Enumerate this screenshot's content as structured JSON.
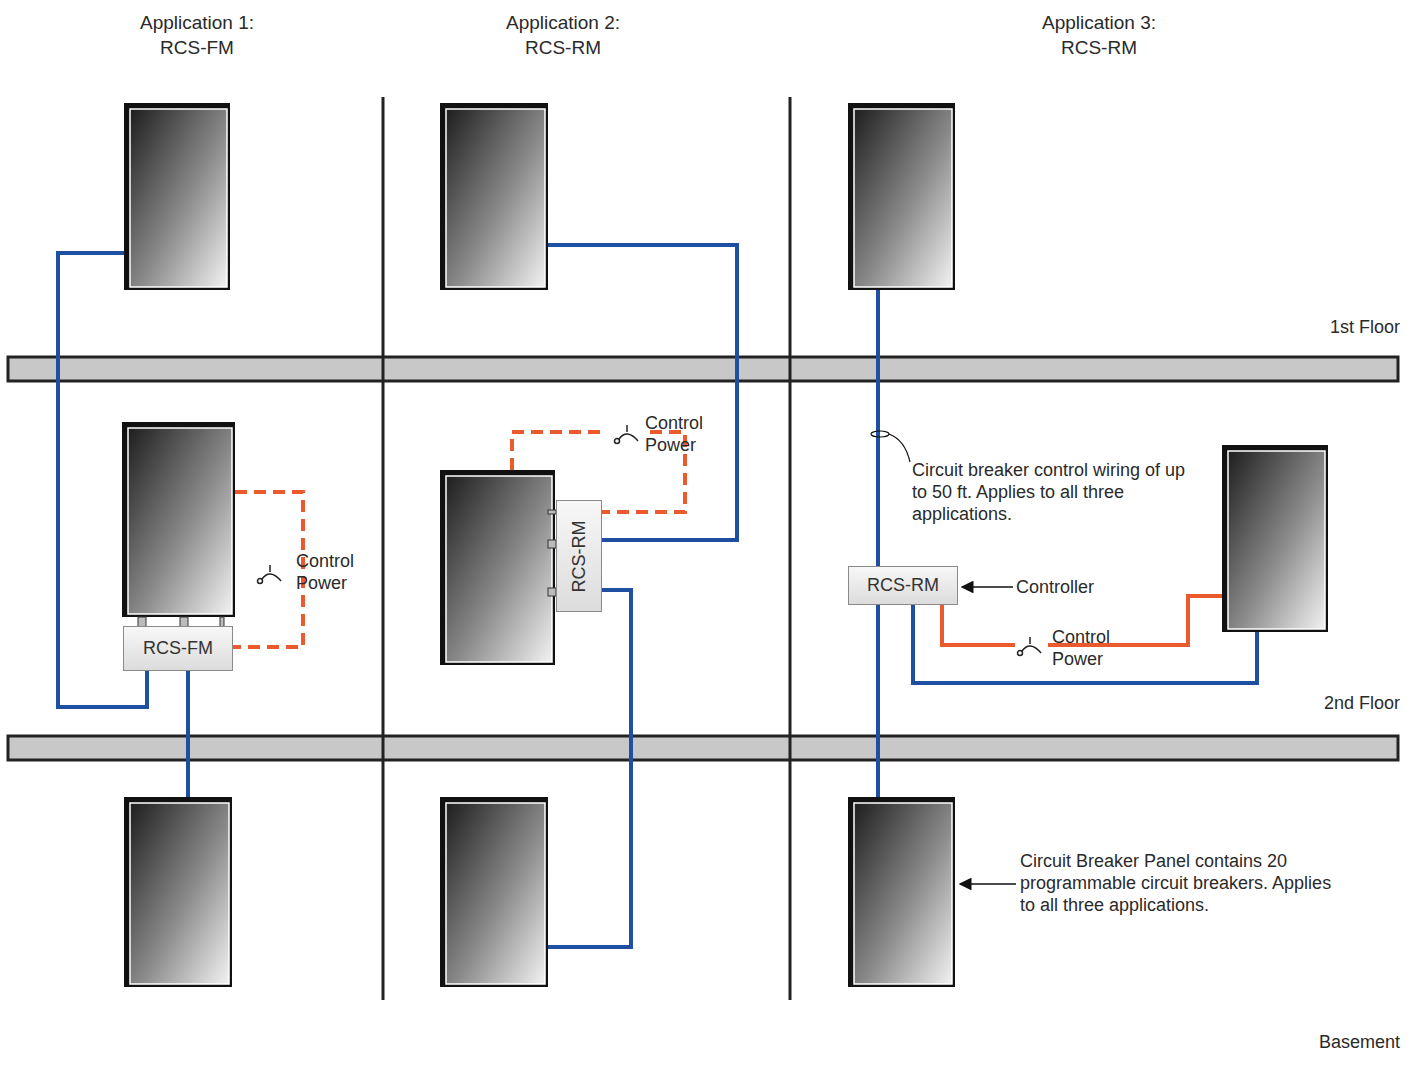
{
  "diagram": {
    "nodes": [
      {
        "text": [
          "RCS-FM"
        ]
      },
      {
        "text": [
          "RCS-RM"
        ]
      },
      {
        "text": [
          "RCS-RM"
        ]
      }
    ],
    "labels": [
      "Application 1: RCS-FM",
      "Application 2: RCS-RM",
      "Application 3: RCS-RM",
      "1st Floor",
      "2nd Floor",
      "Basement",
      "Control Power",
      "Control Power",
      "Control Power",
      "Circuit breaker control wiring of up to 50 ft. Applies to all three applications.",
      "Controller",
      "Circuit Breaker Panel contains 20 programmable circuit breakers. Applies to all three applications."
    ]
  }
}
